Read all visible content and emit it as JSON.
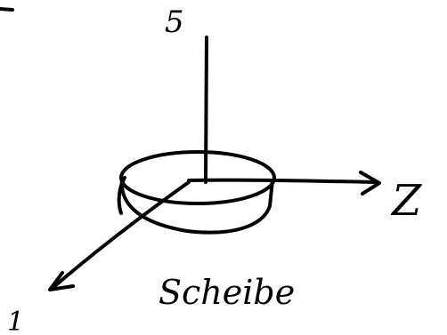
{
  "labels": {
    "axis_up": "5",
    "axis_right": "Z",
    "axis_left_down": "1",
    "object": "Scheibe"
  }
}
